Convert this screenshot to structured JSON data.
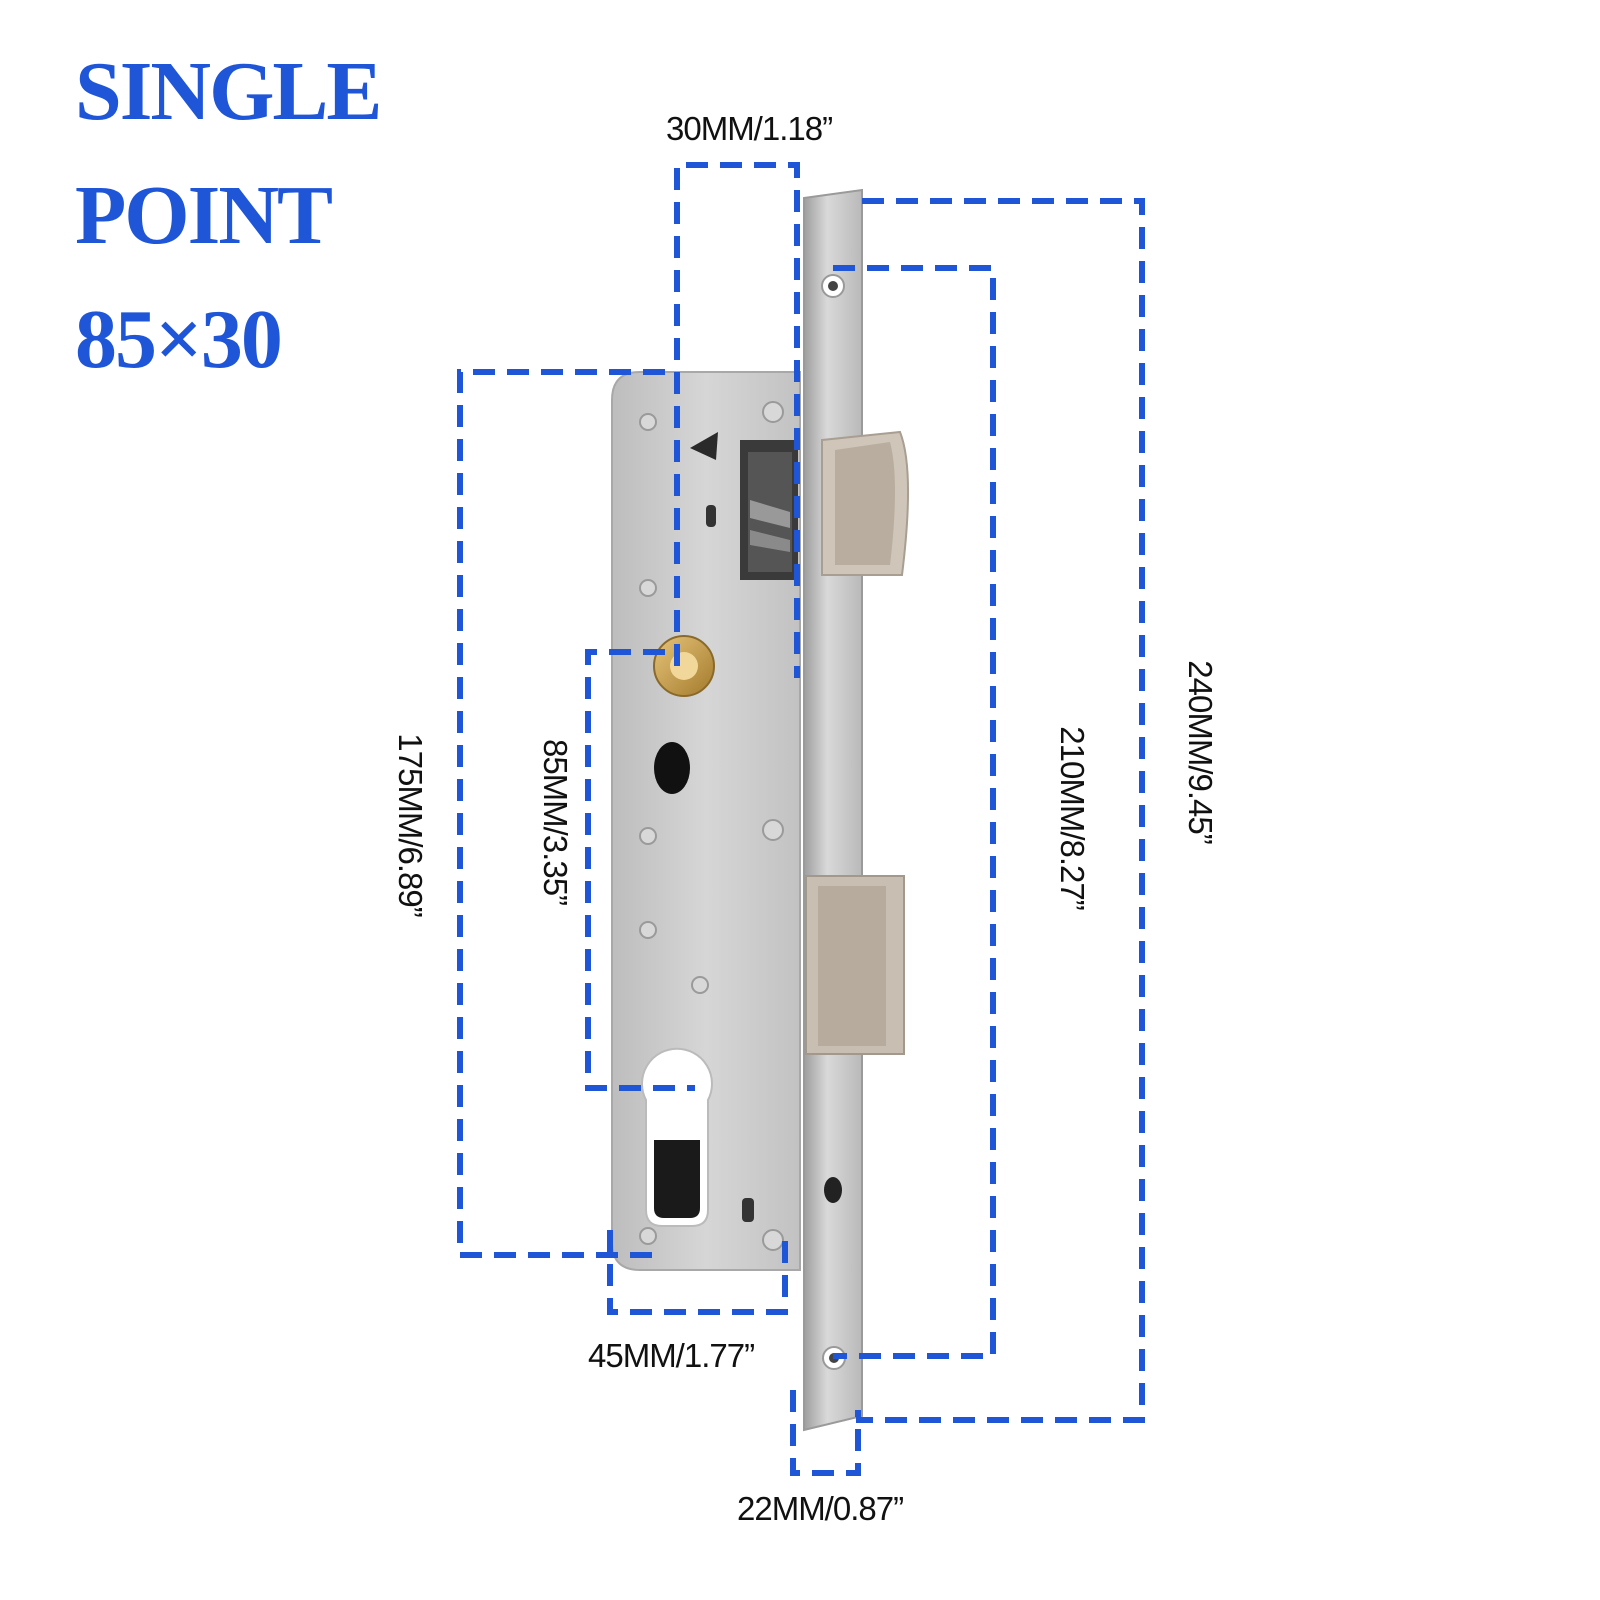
{
  "title": {
    "line1": "SINGLE",
    "line2": "POINT",
    "line3": "85×30"
  },
  "dimensions": {
    "backset": "30MM/1.18”",
    "case_height": "175MM/6.89”",
    "center_distance": "85MM/3.35”",
    "screw_distance": "210MM/8.27”",
    "faceplate_height": "240MM/9.45”",
    "case_depth": "45MM/1.77”",
    "faceplate_width": "22MM/0.87”"
  },
  "colors": {
    "accent": "#1f56d8",
    "steel": "#c9c9c9",
    "brass": "#c9a14a"
  }
}
